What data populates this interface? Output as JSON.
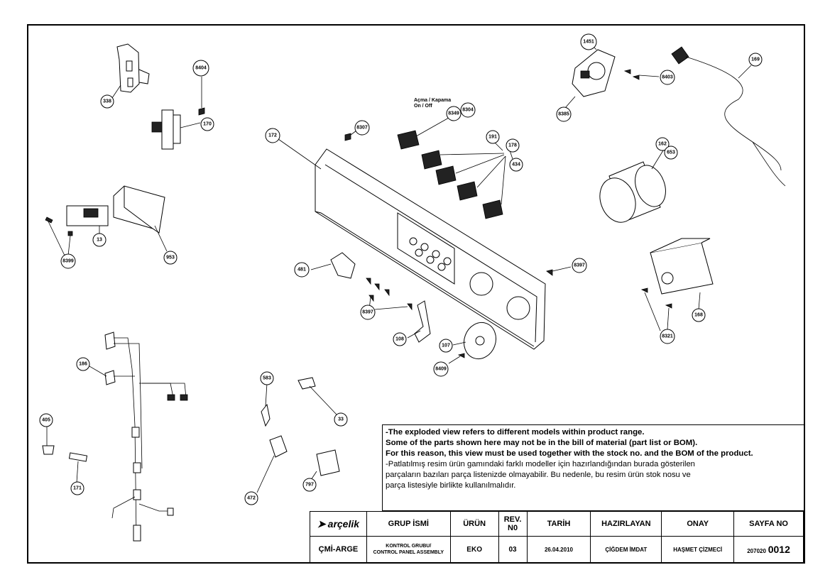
{
  "callouts": {
    "c338": "338",
    "c8404": "8404",
    "c170": "170",
    "c172": "172",
    "c8307": "8307",
    "c8349": "8349",
    "c8304": "8304",
    "c191": "191",
    "c178": "178",
    "c434": "434",
    "c1451": "1451",
    "c8403": "8403",
    "c8385": "8385",
    "c169": "169",
    "c162": "162",
    "c653": "653",
    "c13": "13",
    "c8399": "8399",
    "c953": "953",
    "c481": "481",
    "c8397a": "8397",
    "c8397b": "8397",
    "c108": "108",
    "c107": "107",
    "c8409": "8409",
    "c168": "168",
    "c8321": "8321",
    "c186": "186",
    "c405": "405",
    "c171": "171",
    "c583": "583",
    "c33": "33",
    "c472": "472",
    "c797": "797"
  },
  "switch_label": {
    "line1": "Açma / Kapama",
    "line2": "On / Off"
  },
  "notes": {
    "en1": "-The exploded view refers to different models within product range.",
    "en2": "Some of the parts shown here may not be in the bill of material (part list or BOM).",
    "en3": "For this reason, this view must be used together with the stock no. and the BOM of the product.",
    "tr1": "-Patlatılmış resim ürün gamındaki farklı modeller için hazırlandığından burada gösterilen",
    "tr2": "parçaların bazıları parça listenizde olmayabilir. Bu nedenle, bu resim ürün stok nosu ve",
    "tr3": "parça listesiyle birlikte kullanılmalıdır."
  },
  "title_block": {
    "logo": "arçelik",
    "headers": {
      "group": "GRUP İSMİ",
      "product": "ÜRÜN",
      "rev": "REV. N0",
      "date": "TARİH",
      "prepared": "HAZIRLAYAN",
      "approved": "ONAY",
      "page": "SAYFA NO"
    },
    "values": {
      "dept": "ÇMİ-ARGE",
      "group_tr": "KONTROL GRUBU/",
      "group_en": "CONTROL PANEL ASSEMBLY",
      "product": "EKO",
      "rev": "03",
      "date": "26.04.2010",
      "prepared": "ÇİĞDEM İMDAT",
      "approved": "HAŞMET ÇİZMECİ",
      "page_prefix": "207020",
      "page_number": "0012"
    }
  }
}
